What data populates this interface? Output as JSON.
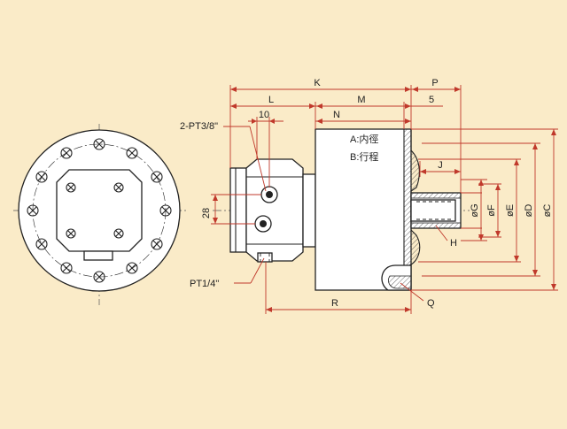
{
  "labels": {
    "K": "K",
    "P": "P",
    "L": "L",
    "M": "M",
    "five": "5",
    "ten": "10",
    "N": "N",
    "port_top": "2-PT3/8\"",
    "port_bottom": "PT1/4\"",
    "dim_28": "28",
    "J": "J",
    "H": "H",
    "R": "R",
    "Q": "Q",
    "G": "øG",
    "F": "øF",
    "E": "øE",
    "D": "øD",
    "C": "øC",
    "legend_a": "A:内徑",
    "legend_b": "B:行程"
  },
  "colors": {
    "background": "#faebc8",
    "dimension_line": "#c0392b",
    "outline": "#222222",
    "body_fill": "#ffffff"
  }
}
